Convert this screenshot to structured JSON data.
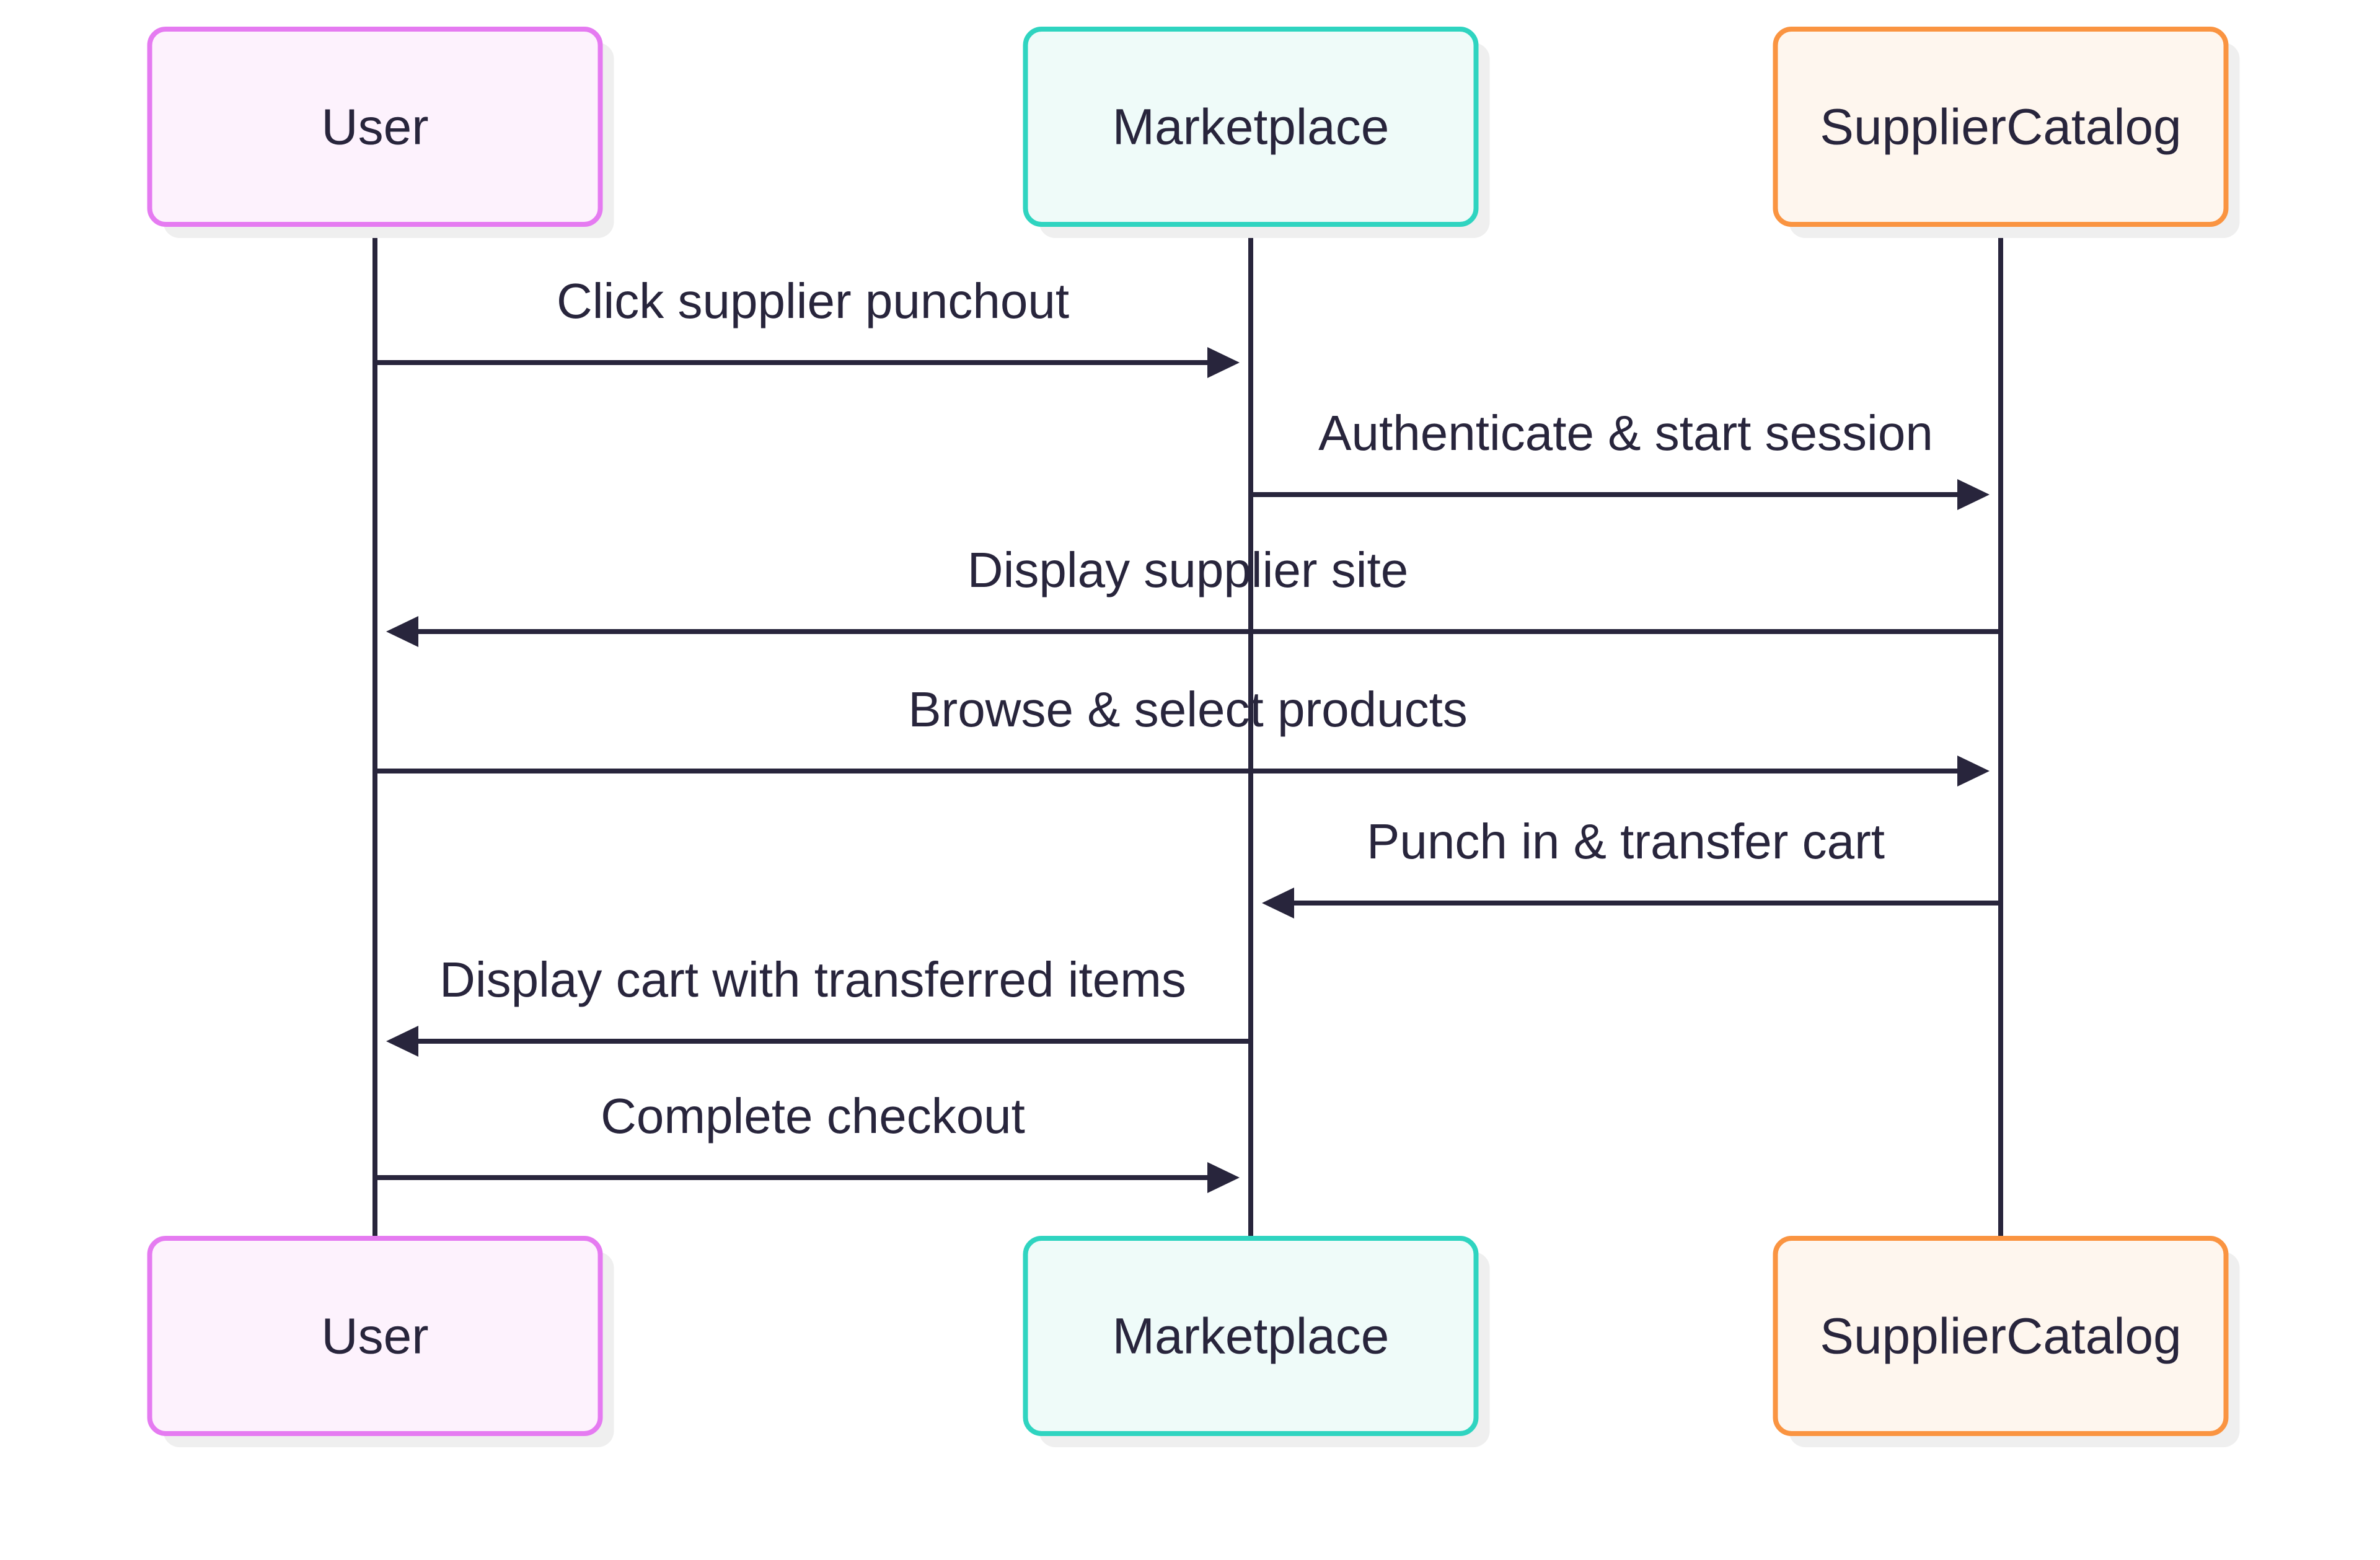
{
  "diagram": {
    "type": "sequence",
    "colors": {
      "line": "#28253c",
      "text": "#28253c",
      "shadow": "#efefef"
    },
    "actors": [
      {
        "id": "user",
        "label": "User",
        "stroke": "#e57bf1",
        "fill": "#fdf2fd"
      },
      {
        "id": "marketplace",
        "label": "Marketplace",
        "stroke": "#2fd4c0",
        "fill": "#effbf9"
      },
      {
        "id": "supplier",
        "label": "SupplierCatalog",
        "stroke": "#fa9441",
        "fill": "#fef6ee"
      }
    ],
    "messages": [
      {
        "from": "user",
        "to": "marketplace",
        "label": "Click supplier punchout"
      },
      {
        "from": "marketplace",
        "to": "supplier",
        "label": "Authenticate & start session"
      },
      {
        "from": "supplier",
        "to": "user",
        "label": "Display supplier site"
      },
      {
        "from": "user",
        "to": "supplier",
        "label": "Browse & select products"
      },
      {
        "from": "supplier",
        "to": "marketplace",
        "label": "Punch in & transfer cart"
      },
      {
        "from": "marketplace",
        "to": "user",
        "label": "Display cart with transferred items"
      },
      {
        "from": "user",
        "to": "marketplace",
        "label": "Complete checkout"
      }
    ]
  }
}
